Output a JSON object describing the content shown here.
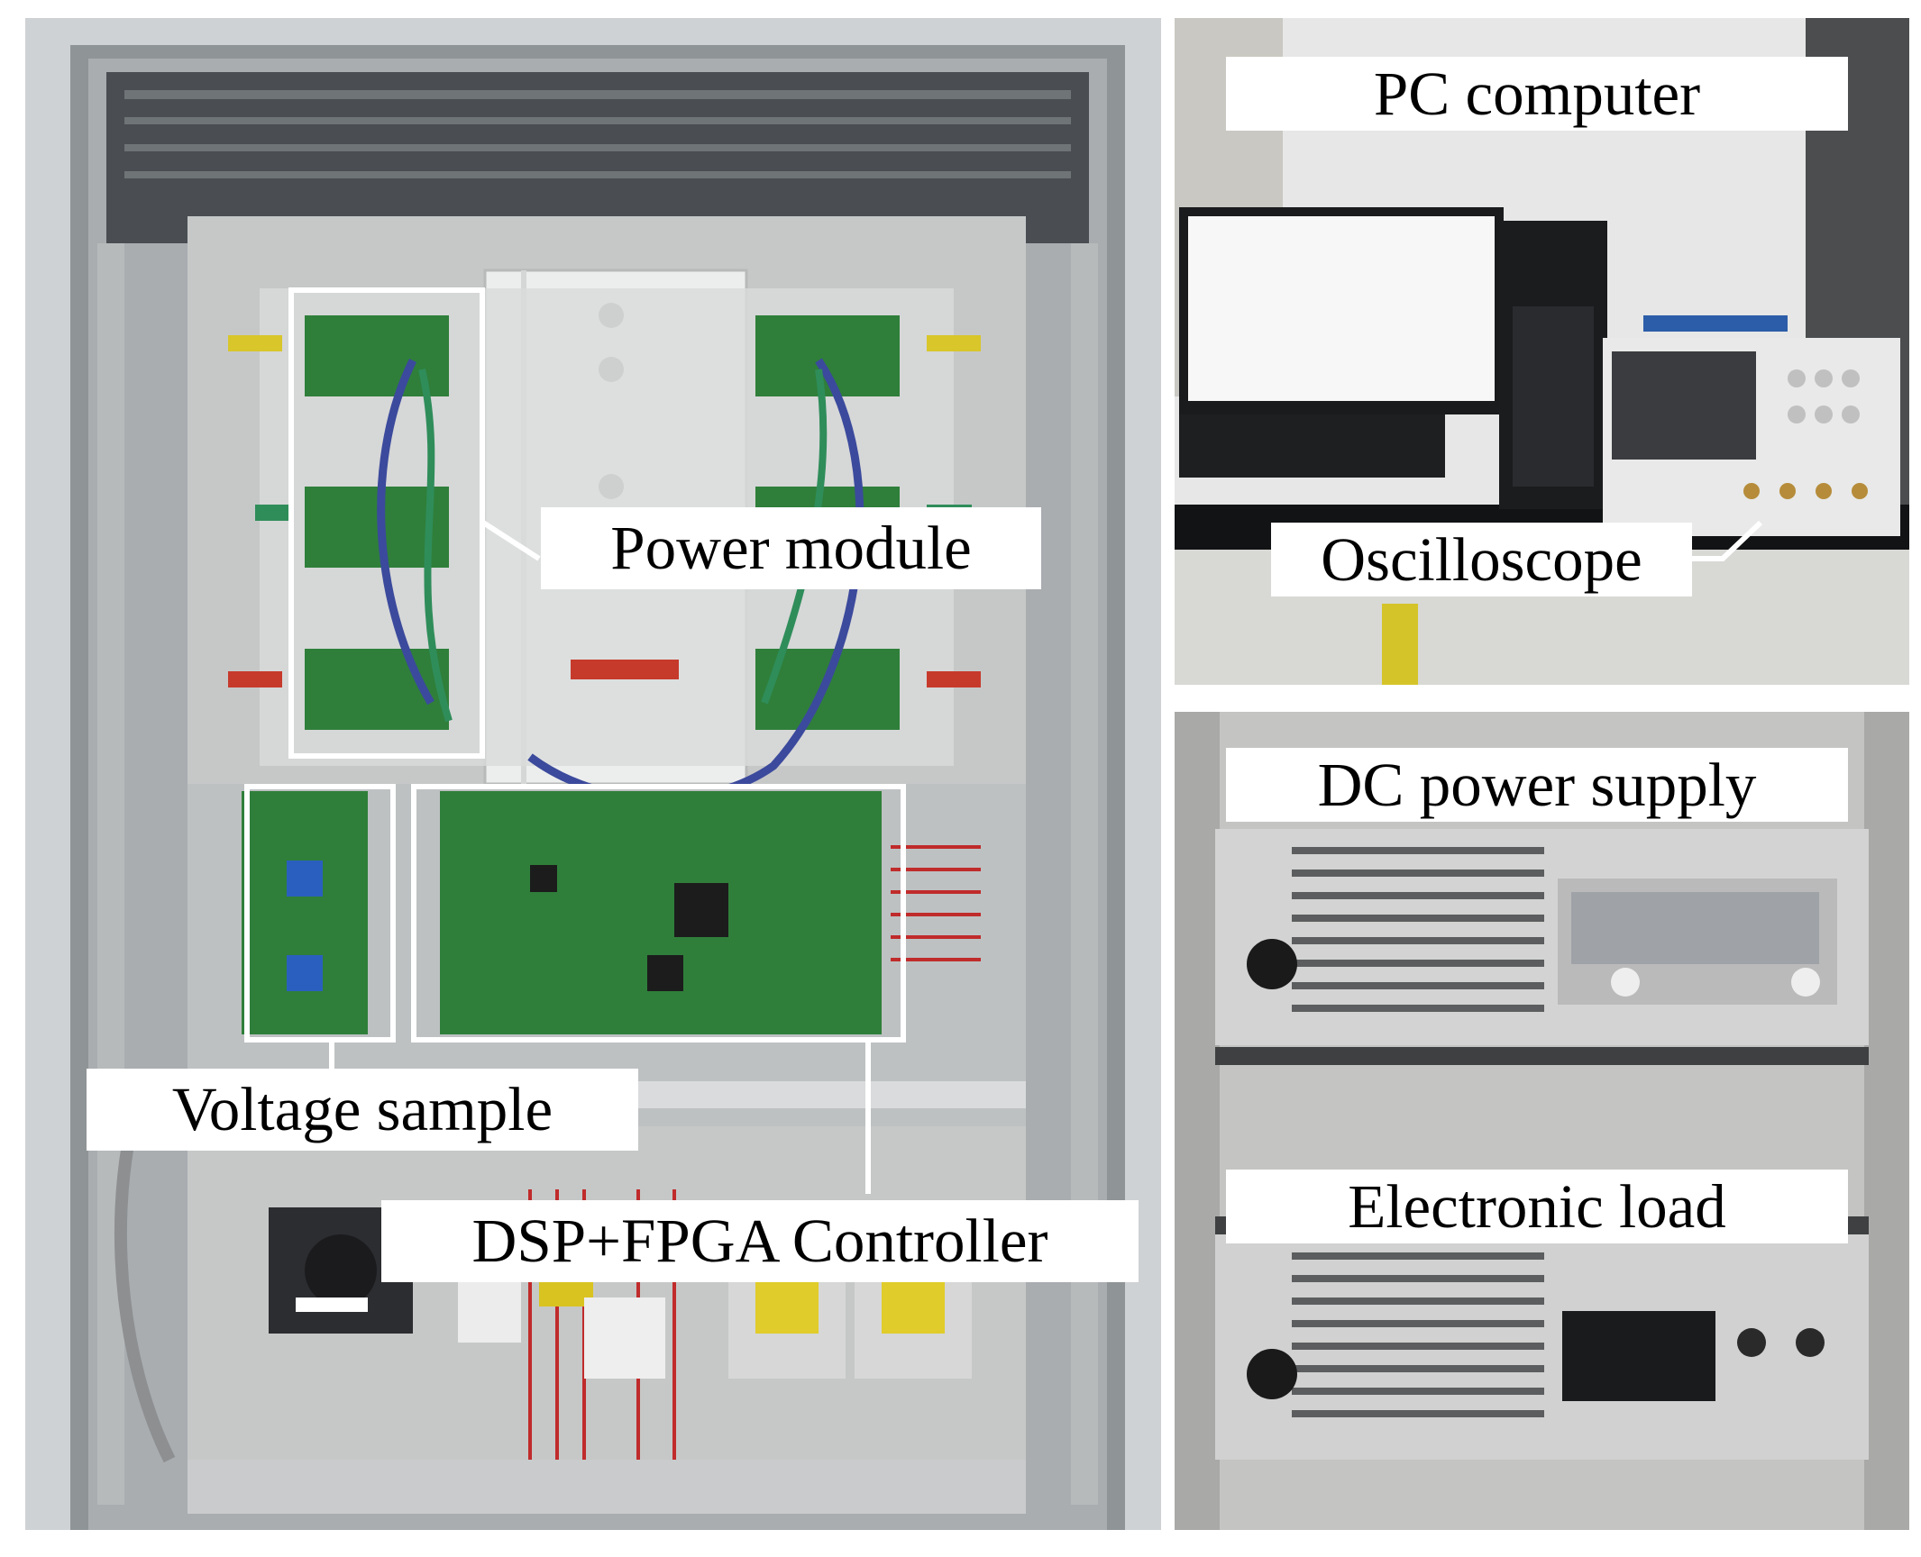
{
  "labels": {
    "power_module": "Power module",
    "voltage_sample": "Voltage sample",
    "dsp_fpga_controller": "DSP+FPGA Controller",
    "pc_computer": "PC computer",
    "oscilloscope": "Oscilloscope",
    "dc_power_supply": "DC power supply",
    "electronic_load": "Electronic load"
  },
  "colors": {
    "cabinet_gray": "#a9adb0",
    "panel_gray": "#c6c8c8",
    "pcb_green": "#2f7f3a",
    "cable_blue": "#3b4a9c",
    "cable_green": "#2f8d5a",
    "busbar_red": "#c63a2c",
    "busbar_yellow": "#d8c62a",
    "instrument_silver": "#d2d3d2",
    "label_bg": "#ffffff"
  }
}
